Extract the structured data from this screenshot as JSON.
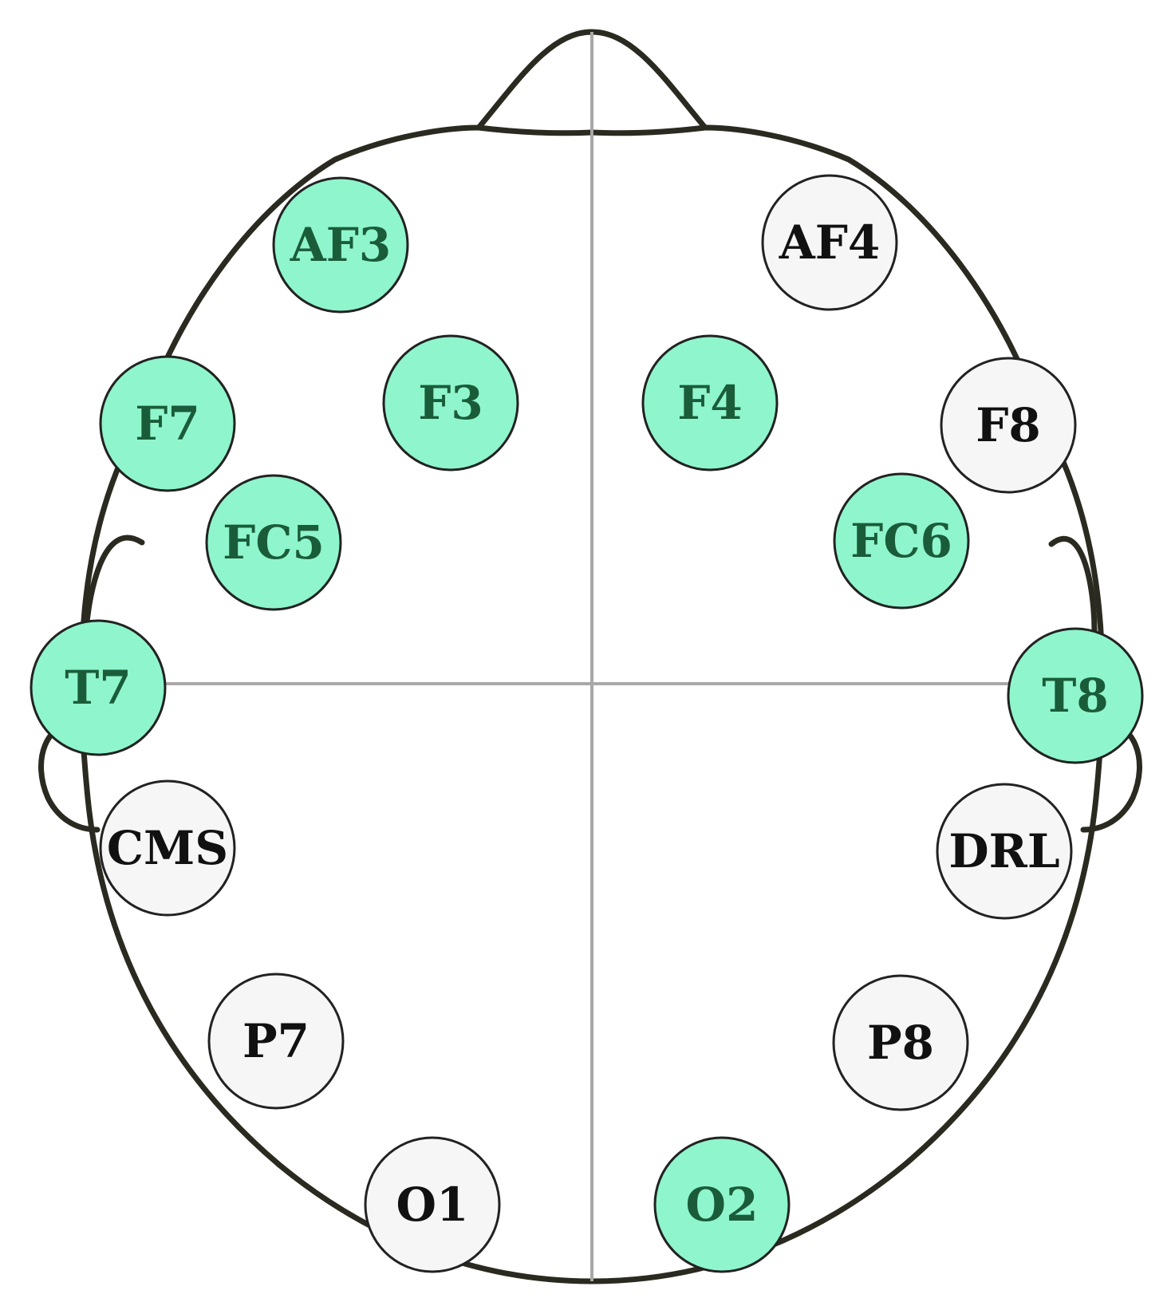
{
  "colors": {
    "active_fill": "#8ff5cc",
    "active_text": "#1a5c3a",
    "inactive_fill": "#f6f6f6",
    "inactive_text": "#111111",
    "outline": "#2a2a20",
    "midline": "#a8a8a8"
  },
  "electrodes": [
    {
      "id": "AF3",
      "label": "AF3",
      "active": true
    },
    {
      "id": "AF4",
      "label": "AF4",
      "active": false
    },
    {
      "id": "F7",
      "label": "F7",
      "active": true
    },
    {
      "id": "F3",
      "label": "F3",
      "active": true
    },
    {
      "id": "F4",
      "label": "F4",
      "active": true
    },
    {
      "id": "F8",
      "label": "F8",
      "active": false
    },
    {
      "id": "FC5",
      "label": "FC5",
      "active": true
    },
    {
      "id": "FC6",
      "label": "FC6",
      "active": true
    },
    {
      "id": "T7",
      "label": "T7",
      "active": true
    },
    {
      "id": "T8",
      "label": "T8",
      "active": true
    },
    {
      "id": "CMS",
      "label": "CMS",
      "active": false
    },
    {
      "id": "DRL",
      "label": "DRL",
      "active": false
    },
    {
      "id": "P7",
      "label": "P7",
      "active": false
    },
    {
      "id": "P8",
      "label": "P8",
      "active": false
    },
    {
      "id": "O1",
      "label": "O1",
      "active": false
    },
    {
      "id": "O2",
      "label": "O2",
      "active": true
    }
  ]
}
